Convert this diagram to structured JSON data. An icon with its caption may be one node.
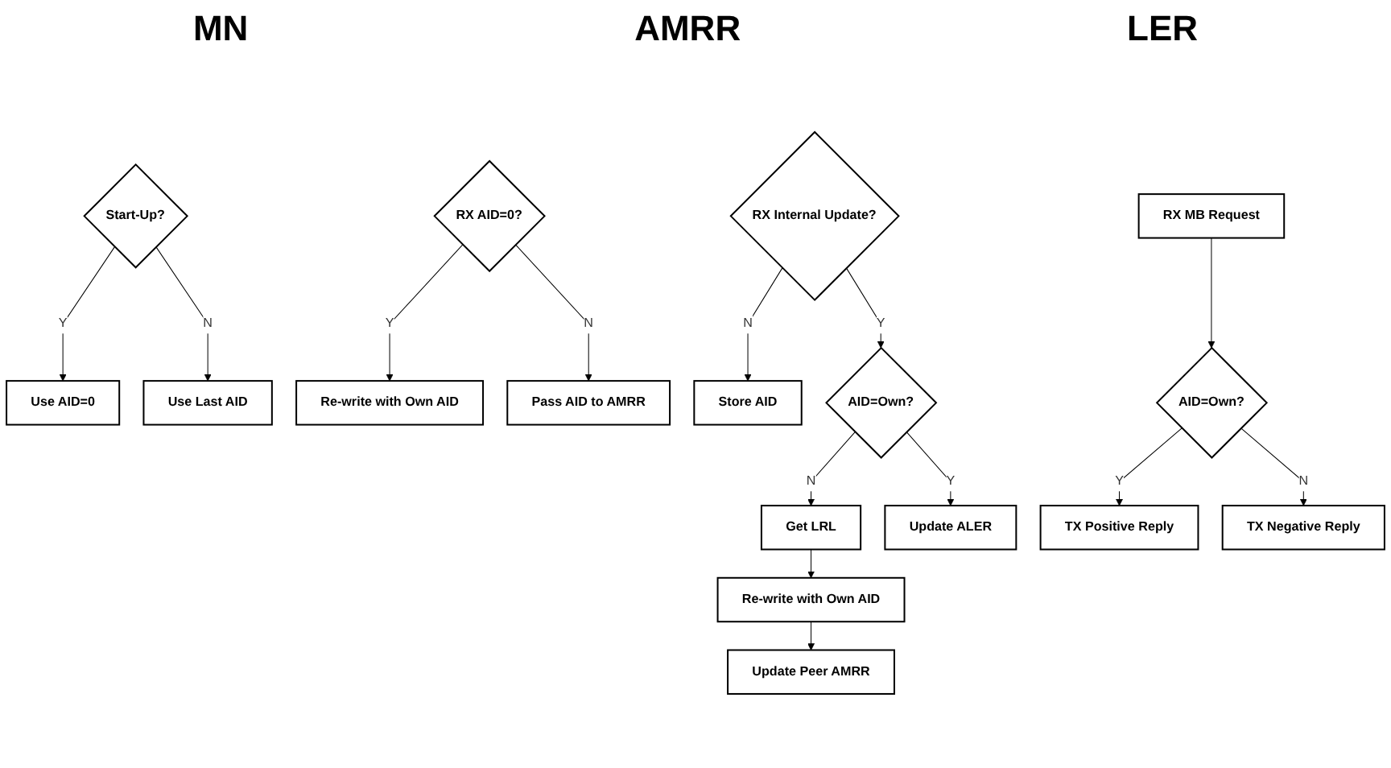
{
  "diagram": {
    "nodes": [
      {
        "text": [
          "Start-Up?"
        ]
      },
      {
        "text": [
          "Use AID=0"
        ]
      },
      {
        "text": [
          "Use Last AID"
        ]
      },
      {
        "text": [
          "RX AID=0?"
        ]
      },
      {
        "text": [
          "Re-write with Own AID"
        ]
      },
      {
        "text": [
          "Pass AID to AMRR"
        ]
      },
      {
        "text": [
          "RX Internal Update?"
        ]
      },
      {
        "text": [
          "Store AID"
        ]
      },
      {
        "text": [
          "AID=Own?"
        ]
      },
      {
        "text": [
          "Get LRL"
        ]
      },
      {
        "text": [
          "Update ALER"
        ]
      },
      {
        "text": [
          "Re-write with Own AID"
        ]
      },
      {
        "text": [
          "Update Peer AMRR"
        ]
      },
      {
        "text": [
          "RX MB Request"
        ]
      },
      {
        "text": [
          "AID=Own?"
        ]
      },
      {
        "text": [
          "TX Positive Reply"
        ]
      },
      {
        "text": [
          "TX Negative Reply"
        ]
      }
    ],
    "edges": [
      {
        "from": 0,
        "to": 1,
        "arrow": "to",
        "label": "Y"
      },
      {
        "from": 0,
        "to": 2,
        "arrow": "to",
        "label": "N"
      },
      {
        "from": 3,
        "to": 4,
        "arrow": "to",
        "label": "Y"
      },
      {
        "from": 3,
        "to": 5,
        "arrow": "to",
        "label": "N"
      },
      {
        "from": 6,
        "to": 7,
        "arrow": "to",
        "label": "N"
      },
      {
        "from": 6,
        "to": 8,
        "arrow": "to",
        "label": "Y"
      },
      {
        "from": 8,
        "to": 9,
        "arrow": "to",
        "label": "N"
      },
      {
        "from": 8,
        "to": 10,
        "arrow": "to",
        "label": "Y"
      },
      {
        "from": 9,
        "to": 11,
        "arrow": "to"
      },
      {
        "from": 11,
        "to": 12,
        "arrow": "to"
      },
      {
        "from": 13,
        "to": 14,
        "arrow": "to"
      },
      {
        "from": 14,
        "to": 15,
        "arrow": "to",
        "label": "Y"
      },
      {
        "from": 14,
        "to": 16,
        "arrow": "to",
        "label": "N"
      }
    ],
    "labels": [
      "MN",
      "AMRR",
      "LER"
    ]
  }
}
